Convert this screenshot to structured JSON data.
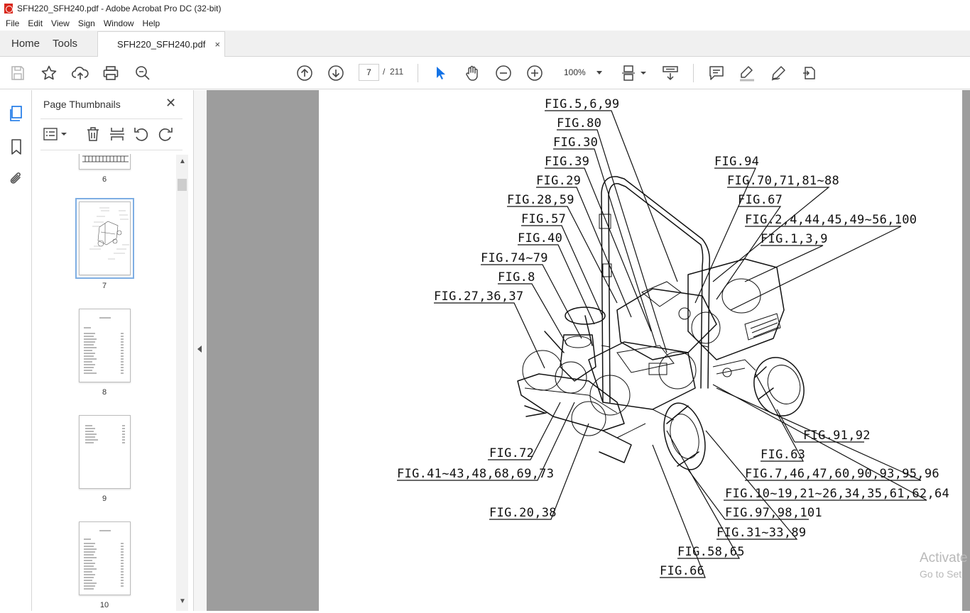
{
  "window": {
    "title": "SFH220_SFH240.pdf - Adobe Acrobat Pro DC (32-bit)"
  },
  "menu": [
    "File",
    "Edit",
    "View",
    "Sign",
    "Window",
    "Help"
  ],
  "tabs": {
    "home": "Home",
    "tools": "Tools",
    "document": "SFH220_SFH240.pdf",
    "close": "×"
  },
  "toolbar": {
    "current_page": "7",
    "page_separator": "/",
    "total_pages": "211",
    "zoom": "100%",
    "icons": [
      "save-icon",
      "star-icon",
      "upload-icon",
      "print-icon",
      "zoom-search-icon",
      "page-up-icon",
      "page-down-icon",
      "select-arrow-icon",
      "hand-icon",
      "zoom-out-icon",
      "zoom-in-icon",
      "page-display-icon",
      "scroll-mode-icon",
      "comment-icon",
      "highlight-icon",
      "draw-icon",
      "stamp-icon"
    ]
  },
  "thumbnails_panel": {
    "title": "Page Thumbnails",
    "close": "✕",
    "pages": [
      {
        "label": "6"
      },
      {
        "label": "7",
        "selected": true
      },
      {
        "label": "8"
      },
      {
        "label": "9"
      },
      {
        "label": "10"
      }
    ]
  },
  "figure_labels": {
    "l1": "FIG.5,6,99",
    "l2": "FIG.80",
    "l3": "FIG.30",
    "l4": "FIG.39",
    "l5": "FIG.29",
    "l6": "FIG.28,59",
    "l7": "FIG.57",
    "l8": "FIG.40",
    "l9": "FIG.74~79",
    "l10": "FIG.8",
    "l11": "FIG.27,36,37",
    "l12": "FIG.94",
    "l13": "FIG.70,71,81~88",
    "l14": "FIG.67",
    "l15": "FIG.2,4,44,45,49~56,100",
    "l16": "FIG.1,3,9",
    "l17": "FIG.91,92",
    "l18": "FIG.63",
    "l19": "FIG.7,46,47,60,90,93,95,96",
    "l20": "FIG.10~19,21~26,34,35,61,62,64",
    "l21": "FIG.97,98,101",
    "l22": "FIG.31~33,89",
    "l23": "FIG.58,65",
    "l24": "FIG.66",
    "l25": "FIG.72",
    "l26": "FIG.41~43,48,68,69,73",
    "l27": "FIG.20,38"
  },
  "watermark": {
    "line1": "Activate",
    "line2": "Go to Set"
  }
}
